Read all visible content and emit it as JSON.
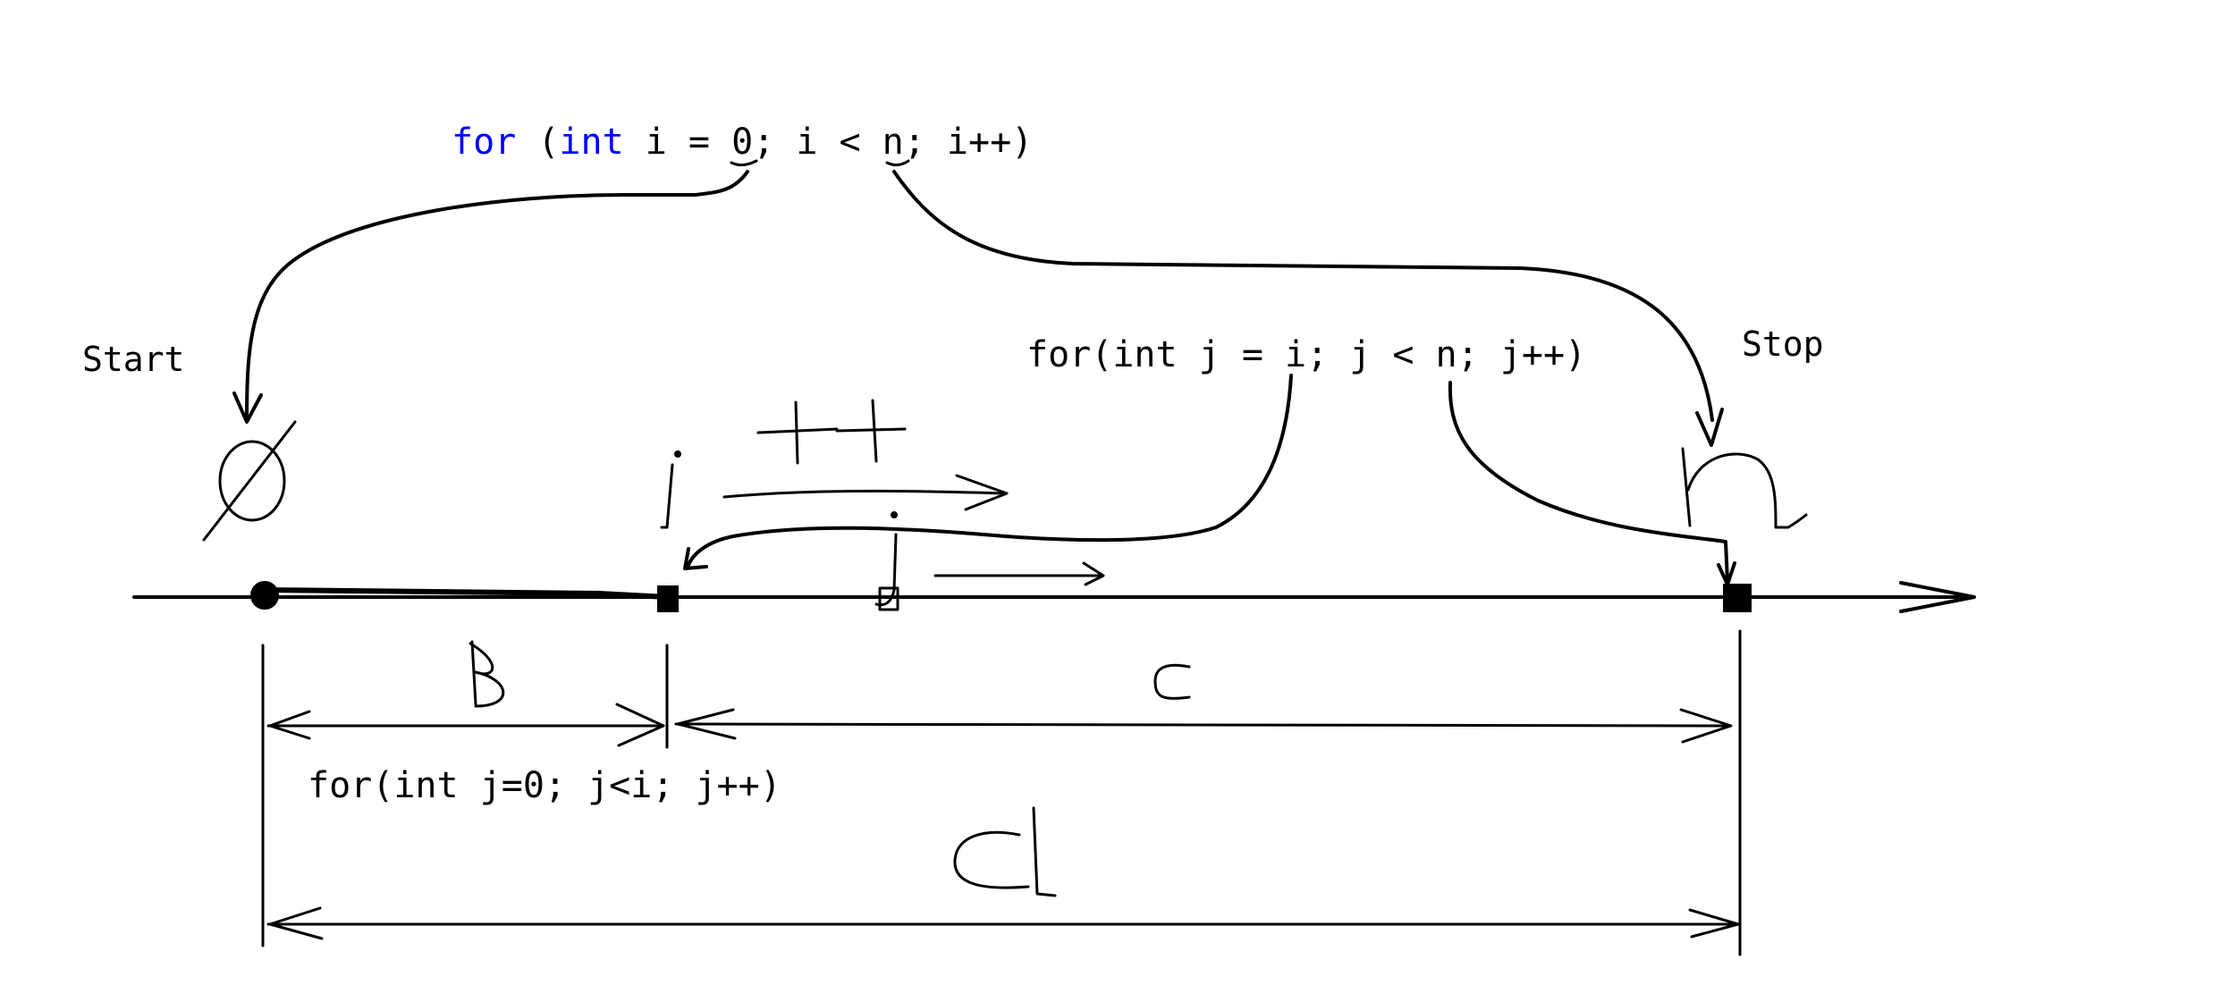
{
  "colors": {
    "background": "#ffffff",
    "ink": "#000000",
    "keyword": "#0000ff"
  },
  "outer_loop": {
    "kw_for": "for",
    "paren_open": " (",
    "kw_int": "int",
    "rest": " i = 0; i < n; i++)"
  },
  "inner_loop_right": "for(int j = i; j < n; j++)",
  "inner_loop_left": "for(int j=0; j<i; j++)",
  "start_label": "Start",
  "stop_label": "Stop",
  "marks": {
    "zero": "Ø",
    "i_var": "i",
    "increment": "++",
    "j_var": "j",
    "n_var": "n",
    "segment_b": "B",
    "segment_c": "c",
    "segment_a": "a"
  }
}
